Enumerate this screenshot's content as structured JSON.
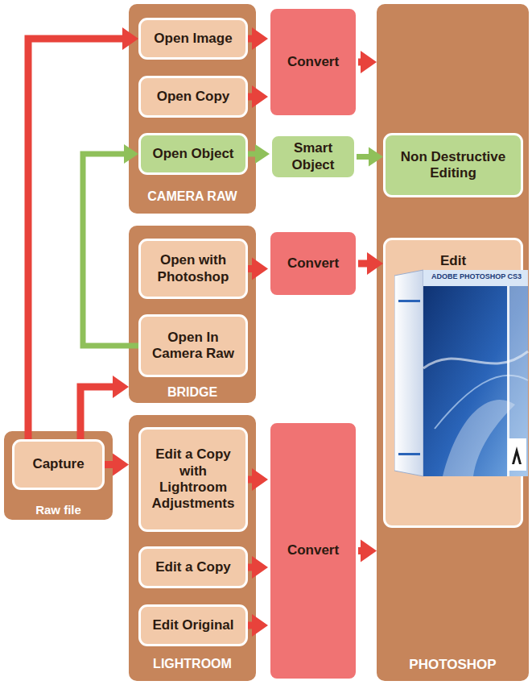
{
  "diagram": {
    "nodes": [
      {
        "text": [
          "CAMERA RAW"
        ]
      },
      {
        "text": [
          "Open Image"
        ],
        "in": 0
      },
      {
        "text": [
          "Open Copy"
        ],
        "in": 0
      },
      {
        "text": [
          "Open Object"
        ],
        "in": 0
      },
      {
        "text": [
          "Convert"
        ]
      },
      {
        "text": [
          "Smart Object"
        ]
      },
      {
        "text": [
          "PHOTOSHOP"
        ]
      },
      {
        "text": [
          "Non Destructive Editing"
        ],
        "in": 6
      },
      {
        "text": [
          "Edit"
        ],
        "in": 6
      },
      {
        "text": [
          "BRIDGE"
        ]
      },
      {
        "text": [
          "Open with Photoshop"
        ],
        "in": 9
      },
      {
        "text": [
          "Convert"
        ]
      },
      {
        "text": [
          "Open In Camera Raw"
        ],
        "in": 9
      },
      {
        "text": [
          "Raw file"
        ]
      },
      {
        "text": [
          "Capture"
        ],
        "in": 13
      },
      {
        "text": [
          "LIGHTROOM"
        ]
      },
      {
        "text": [
          "Edit a Copy with Lightroom Adjustments"
        ],
        "in": 15
      },
      {
        "text": [
          "Edit a Copy"
        ],
        "in": 15
      },
      {
        "text": [
          "Edit Original"
        ],
        "in": 15
      },
      {
        "text": [
          "Convert"
        ]
      }
    ],
    "edges": [
      {
        "from": 14,
        "to": 1,
        "arrow": "to"
      },
      {
        "from": 14,
        "to": 9,
        "arrow": "to"
      },
      {
        "from": 14,
        "to": 15,
        "arrow": "to"
      },
      {
        "from": 12,
        "to": 3,
        "arrow": "to"
      },
      {
        "from": 1,
        "to": 4,
        "arrow": "to"
      },
      {
        "from": 2,
        "to": 4,
        "arrow": "to"
      },
      {
        "from": 4,
        "to": 6,
        "arrow": "to"
      },
      {
        "from": 3,
        "to": 5,
        "arrow": "to"
      },
      {
        "from": 5,
        "to": 7,
        "arrow": "to"
      },
      {
        "from": 10,
        "to": 11,
        "arrow": "to"
      },
      {
        "from": 11,
        "to": 8,
        "arrow": "to"
      },
      {
        "from": 16,
        "to": 19,
        "arrow": "to"
      },
      {
        "from": 17,
        "to": 19,
        "arrow": "to"
      },
      {
        "from": 18,
        "to": 19,
        "arrow": "to"
      },
      {
        "from": 19,
        "to": 6,
        "arrow": "to"
      }
    ],
    "labels": [
      "ADOBE PHOTOSHOP CS3"
    ]
  }
}
